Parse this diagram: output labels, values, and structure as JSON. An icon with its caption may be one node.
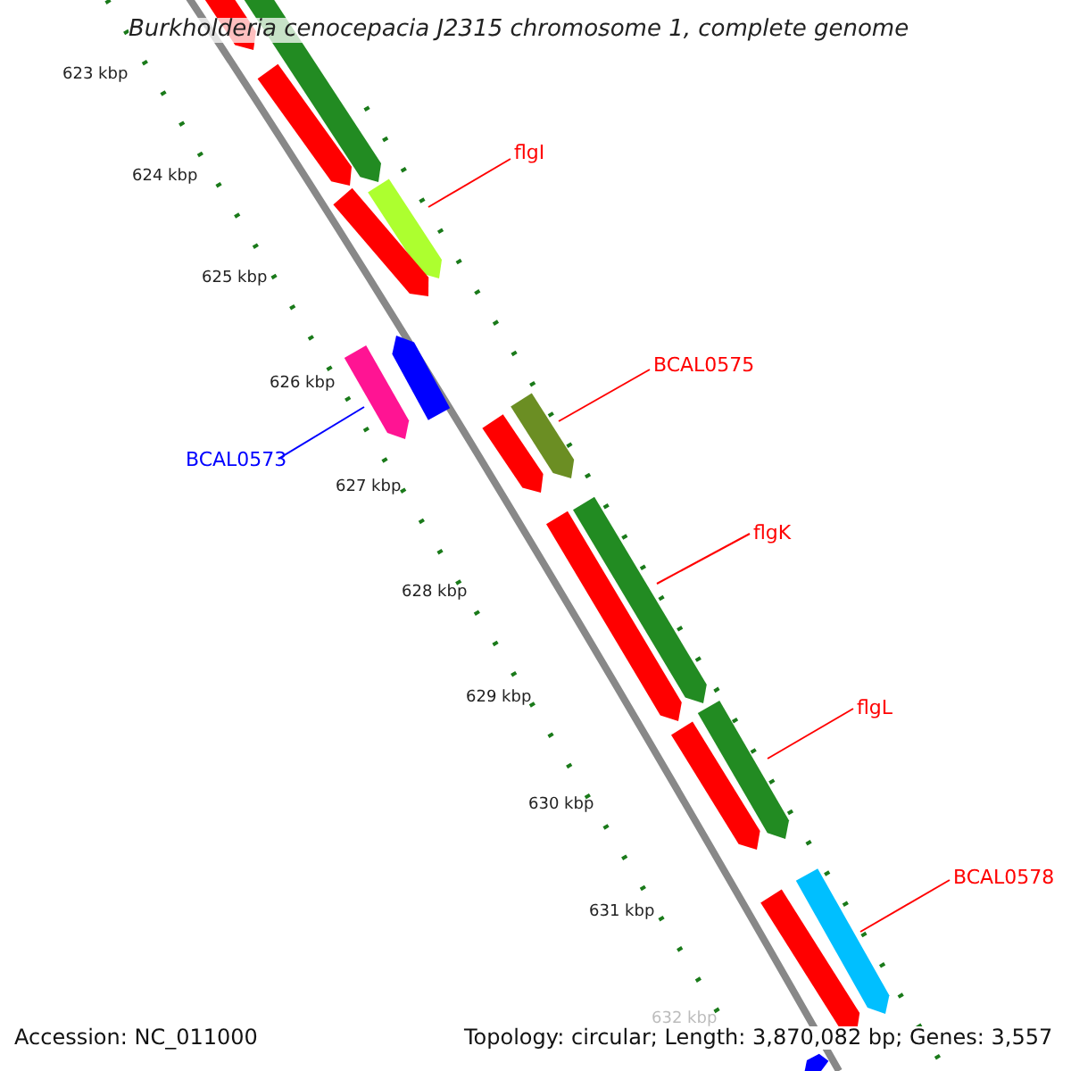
{
  "diagram": {
    "title": "Burkholderia cenocepacia J2315 chromosome 1, complete genome",
    "nodes": [
      {
        "text": [
          "flgI"
        ]
      },
      {
        "text": [],
        "shape": "bar"
      },
      {
        "text": [
          "BCAL0573"
        ]
      },
      {
        "text": [],
        "shape": "bar"
      },
      {
        "text": [
          "BCAL0575"
        ]
      },
      {
        "text": [],
        "shape": "bar"
      },
      {
        "text": [
          "flgK"
        ]
      },
      {
        "text": [],
        "shape": "bar"
      },
      {
        "text": [
          "flgL"
        ]
      },
      {
        "text": [],
        "shape": "bar"
      },
      {
        "text": [
          "BCAL0578"
        ]
      },
      {
        "text": [],
        "shape": "bar"
      },
      {
        "text": [],
        "shape": "bar"
      },
      {
        "text": [],
        "shape": "bar"
      },
      {
        "text": [],
        "shape": "bar"
      },
      {
        "text": [],
        "shape": "bar"
      },
      {
        "text": [],
        "shape": "bar"
      },
      {
        "text": [],
        "shape": "bar"
      },
      {
        "text": [],
        "shape": "bar"
      },
      {
        "text": [],
        "shape": "bar"
      },
      {
        "text": [],
        "shape": "bar"
      },
      {
        "text": [],
        "shape": "bar"
      }
    ],
    "edges": [
      {
        "from": 0,
        "to": 1,
        "arrow": "none"
      },
      {
        "from": 2,
        "to": 3,
        "arrow": "none",
        "color": "#0000ff"
      },
      {
        "from": 4,
        "to": 5,
        "arrow": "none"
      },
      {
        "from": 6,
        "to": 7,
        "arrow": "none"
      },
      {
        "from": 8,
        "to": 9,
        "arrow": "none"
      },
      {
        "from": 10,
        "to": 11,
        "arrow": "none"
      }
    ],
    "labels": [
      "623 kbp",
      "624 kbp",
      "625 kbp",
      "626 kbp",
      "627 kbp",
      "628 kbp",
      "629 kbp",
      "630 kbp",
      "631 kbp",
      "632 kbp",
      "Accession: NC_011000",
      "Topology: circular; Length: 3,870,082 bp; Genes: 3,557"
    ]
  }
}
